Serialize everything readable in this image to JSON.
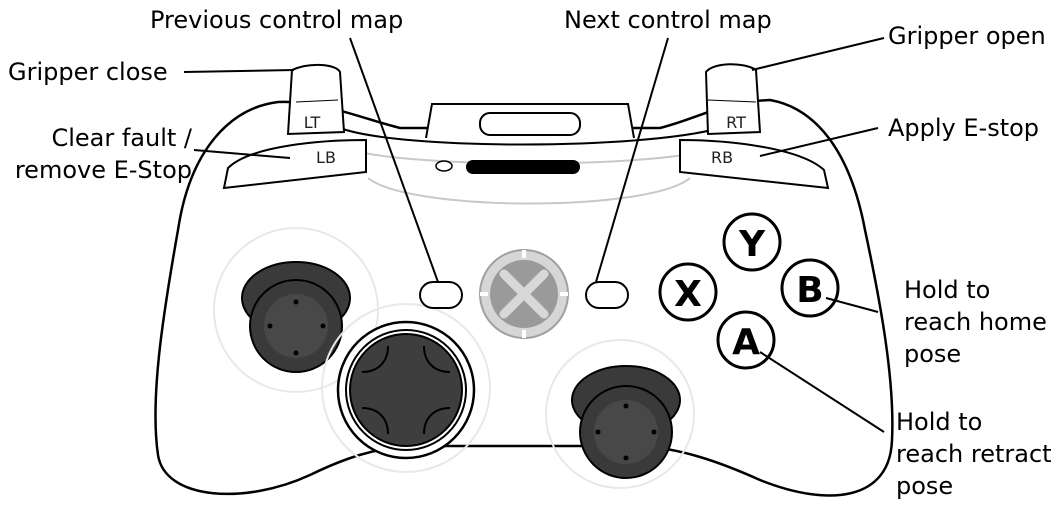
{
  "callouts": {
    "previous_map": "Previous control map",
    "next_map": "Next control map",
    "gripper_close": "Gripper close",
    "gripper_open": "Gripper open",
    "clear_fault": [
      "Clear fault /",
      "remove E-Stop"
    ],
    "apply_estop": "Apply E-stop",
    "home_pose": [
      "Hold to",
      "reach home",
      "pose"
    ],
    "retract_pose": [
      "Hold to",
      "reach retract",
      "pose"
    ]
  },
  "buttons": {
    "lt": "LT",
    "rt": "RT",
    "lb": "LB",
    "rb": "RB",
    "y": "Y",
    "x": "X",
    "b": "B",
    "a": "A"
  },
  "colors": {
    "outline": "#000000",
    "stick": "#3a3a3a",
    "stick_top": "#555555",
    "guide_ring": "#9a9a9a",
    "guide_x": "#d8d8d8",
    "well": "#e6e6e6"
  }
}
